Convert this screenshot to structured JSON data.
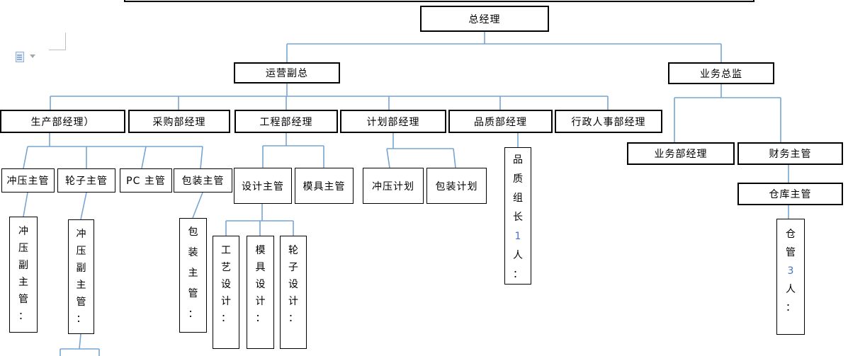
{
  "doc": {
    "colors": {
      "connector_blue": "#76A5D2",
      "box_border": "#000000",
      "headcount_number": "#4472C4"
    },
    "page": {
      "paste_options_icon": "clipboard-paste-icon",
      "paste_dropdown_icon": "chevron-down-icon"
    },
    "nodes": {
      "gm": {
        "label": "总经理"
      },
      "ops_vp": {
        "label": "运营副总"
      },
      "biz_director": {
        "label": "业务总监"
      },
      "production_mgr": {
        "label": "生产部经理）"
      },
      "purchasing_mgr": {
        "label": "采购部经理"
      },
      "engineering_mgr": {
        "label": "工程部经理"
      },
      "planning_mgr": {
        "label": "计划部经理"
      },
      "quality_mgr": {
        "label": "品质部经理"
      },
      "admin_hr_mgr": {
        "label": "行政人事部经理"
      },
      "stamping_sup": {
        "label": "冲压主管"
      },
      "wheel_sup": {
        "label": "轮子主管"
      },
      "pc_sup": {
        "label": "PC 主管"
      },
      "packaging_sup": {
        "label": "包装主管"
      },
      "design_sup": {
        "label": "设计主管"
      },
      "mold_sup": {
        "label": "模具主管"
      },
      "stamping_plan": {
        "label": "冲压计划"
      },
      "packaging_plan": {
        "label": "包装计划"
      },
      "quality_leader": {
        "prefix": "品质组长",
        "count": "1",
        "suffix": "人："
      },
      "biz_dept_mgr": {
        "label": "业务部经理"
      },
      "finance_sup": {
        "label": "财务主管"
      },
      "warehouse_sup": {
        "label": "仓库主管"
      },
      "stamping_deputy_1": {
        "label": "冲压副主管："
      },
      "stamping_deputy_2": {
        "label": "冲压副主管："
      },
      "packaging_sup_v": {
        "label": "包装主管："
      },
      "process_design": {
        "label": "工艺设计："
      },
      "mold_design": {
        "label": "模具设计："
      },
      "wheel_design": {
        "label": "轮子设计："
      },
      "warehouse_keeper": {
        "prefix": "仓管",
        "count": "3",
        "suffix": "人："
      }
    }
  }
}
